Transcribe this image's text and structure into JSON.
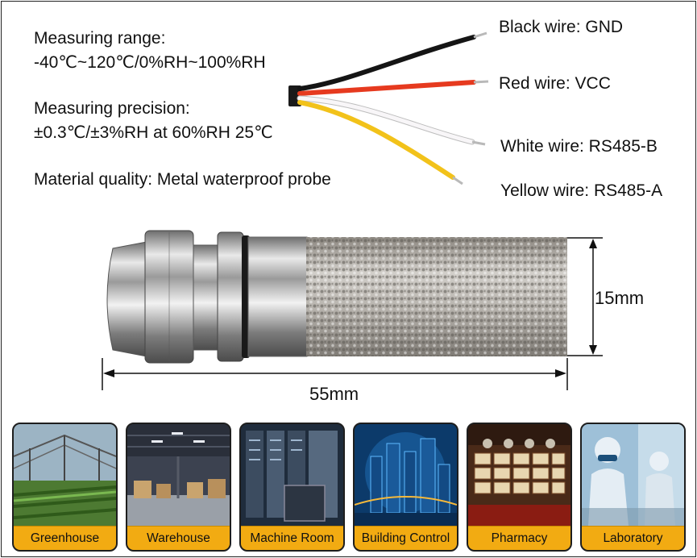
{
  "specs": {
    "range_title": "Measuring range:",
    "range_value": "-40℃~120℃/0%RH~100%RH",
    "precision_title": "Measuring precision:",
    "precision_value": "±0.3℃/±3%RH at 60%RH 25℃",
    "material": "Material quality: Metal waterproof probe"
  },
  "wires": [
    {
      "label": "Black wire: GND",
      "color": "#111111"
    },
    {
      "label": "Red wire: VCC",
      "color": "#e63a1f"
    },
    {
      "label": "White wire: RS485-B",
      "color": "#f4f0f4"
    },
    {
      "label": "Yellow wire: RS485-A",
      "color": "#f2c21a"
    }
  ],
  "dimensions": {
    "diameter": "15mm",
    "length": "55mm"
  },
  "applications": [
    {
      "label": "Greenhouse"
    },
    {
      "label": "Warehouse"
    },
    {
      "label": "Machine Room"
    },
    {
      "label": "Building Control"
    },
    {
      "label": "Pharmacy"
    },
    {
      "label": "Laboratory"
    }
  ],
  "colors": {
    "label_bar": "#f2ab12",
    "metal": "#b9b9b9"
  }
}
